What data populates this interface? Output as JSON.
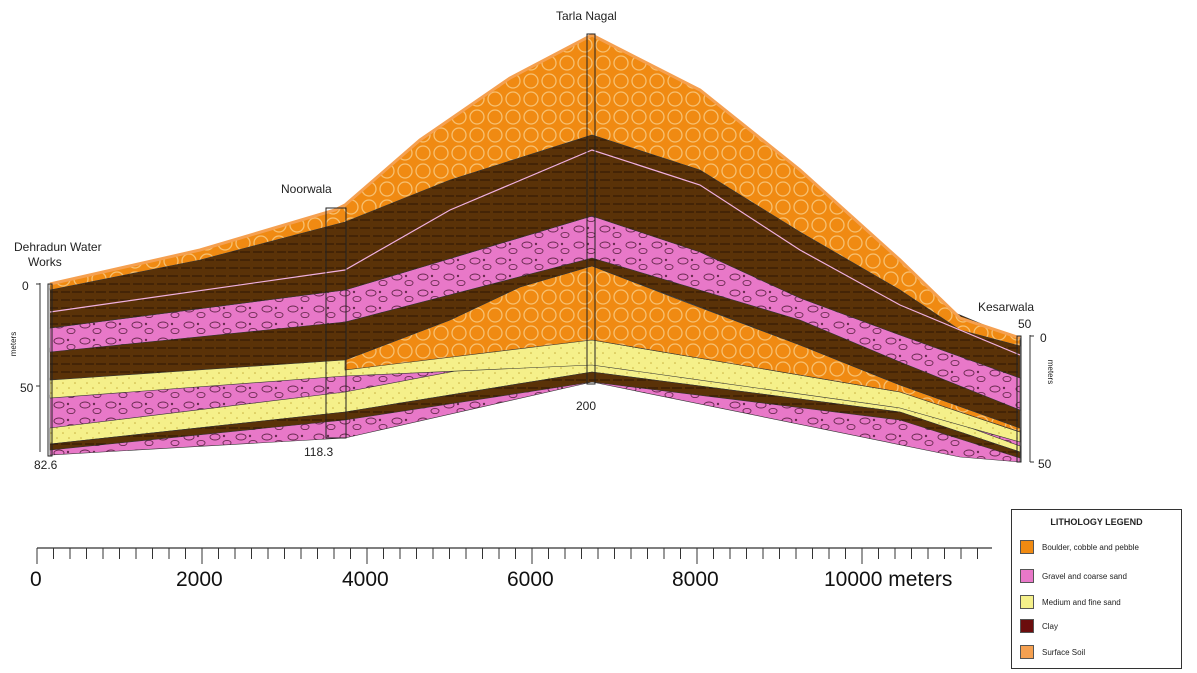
{
  "diagram": {
    "well_labels": {
      "dehradun_line1": "Dehradun Water",
      "dehradun_line2": "Works",
      "noorwala": "Noorwala",
      "tarla_nagal": "Tarla Nagal",
      "kesarwala": "Kesarwala"
    },
    "elevation_labels": {
      "dehradun": "82.6",
      "noorwala": "118.3",
      "tarla_nagal": "200",
      "kesarwala": "50"
    },
    "left_depth_axis": {
      "ticks": [
        "0",
        "50"
      ],
      "unit": "meters"
    },
    "right_depth_axis": {
      "ticks": [
        "0",
        "50"
      ],
      "unit": "meters"
    },
    "horizontal_scale": {
      "labels": [
        "0",
        "2000",
        "4000",
        "6000",
        "8000",
        "10000 meters"
      ]
    }
  },
  "legend": {
    "title": "LITHOLOGY LEGEND",
    "items": [
      {
        "label": "Boulder, cobble and pebble",
        "color": "#f08a12"
      },
      {
        "label": "Gravel and coarse sand",
        "color": "#e878c8"
      },
      {
        "label": "Medium and fine  sand",
        "color": "#f5f08a"
      },
      {
        "label": "Clay",
        "color": "#6b0d0d"
      },
      {
        "label": "Surface Soil",
        "color": "#f5a050"
      }
    ]
  },
  "colors": {
    "boulder": "#f08a12",
    "gravel": "#e878c8",
    "sand": "#f5f08a",
    "clay": "#5a3208",
    "surface_soil": "#f5a050"
  }
}
